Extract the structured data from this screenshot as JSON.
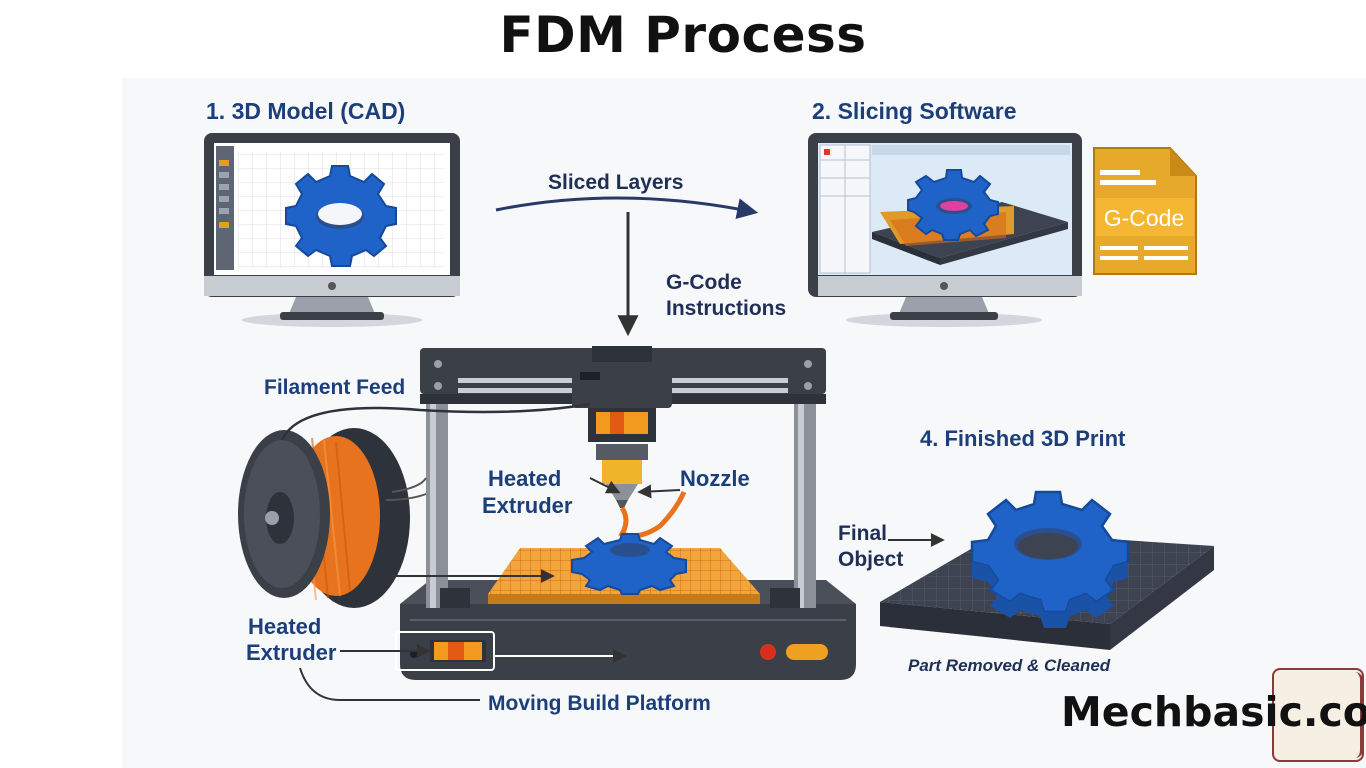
{
  "title": "FDM Process",
  "steps": {
    "step1": "1. 3D Model (CAD)",
    "step2": "2. Slicing Software",
    "step4": "4. Finished 3D Print"
  },
  "labels": {
    "sliced_layers": "Sliced Layers",
    "gcode_line1": "G-Code",
    "gcode_line2": "Instructions",
    "gcode_file": "G-Code",
    "filament_feed": "Filament Feed",
    "heated_extruder_top_1": "Heated",
    "heated_extruder_top_2": "Extruder",
    "nozzle": "Nozzle",
    "heated_extruder_bottom_1": "Heated",
    "heated_extruder_bottom_2": "Extruder",
    "moving_build_platform": "Moving Build Platform",
    "final_object_1": "Final",
    "final_object_2": "Object",
    "part_removed": "Part Removed & Cleaned"
  },
  "brand": "Mechbasic.com",
  "colors": {
    "label_blue": "#1c3f7a",
    "gear_blue": "#1f63c8",
    "filament_orange": "#e8731e",
    "frame_dark": "#3b3f47"
  }
}
